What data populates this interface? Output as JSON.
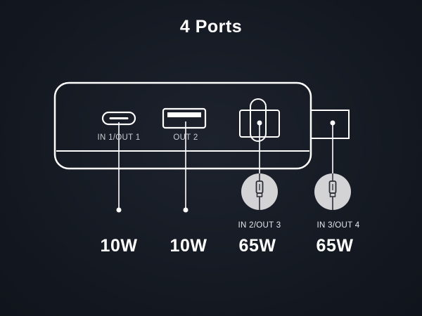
{
  "title": "4 Ports",
  "ports": [
    {
      "label": "IN 1/OUT 1",
      "power": "10W",
      "type": "usb-c"
    },
    {
      "label": "OUT 2",
      "power": "10W",
      "type": "usb-a"
    },
    {
      "label": "IN 2/OUT 3",
      "power": "65W",
      "type": "usb-c-cable"
    },
    {
      "label": "IN 3/OUT 4",
      "power": "65W",
      "type": "usb-c-cable"
    }
  ],
  "colors": {
    "background": "#151a23",
    "line": "#ffffff",
    "connector_circle": "#d3d3d6"
  }
}
